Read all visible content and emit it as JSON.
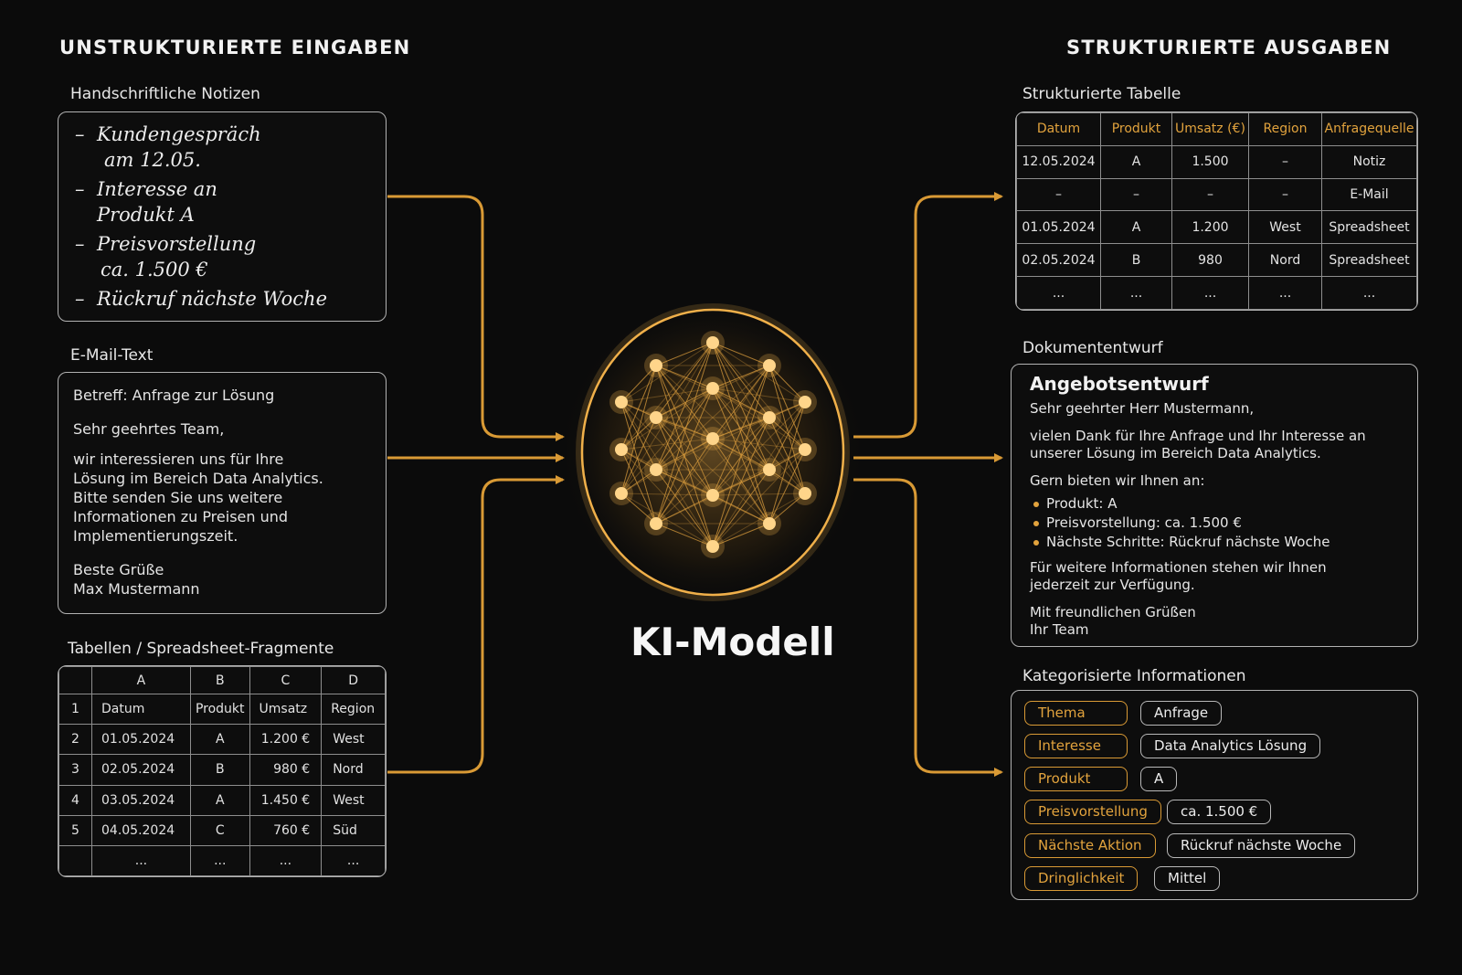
{
  "left_heading": "UNSTRUKTURIERTE EINGABEN",
  "right_heading": "STRUKTURIERTE AUSGABEN",
  "notes": {
    "label": "Handschriftliche Notizen",
    "lines": [
      [
        "Kundengespräch",
        "am 12.05."
      ],
      [
        "Interesse an",
        "Produkt A"
      ],
      [
        "Preisvorstellung",
        "ca. 1.500 €"
      ],
      [
        "Rückruf nächste Woche",
        ""
      ]
    ]
  },
  "email": {
    "label": "E-Mail-Text",
    "subject": "Betreff: Anfrage zur Lösung",
    "greeting": "Sehr geehrtes Team,",
    "body": [
      "wir interessieren uns für Ihre",
      "Lösung im Bereich Data Analytics.",
      "Bitte senden Sie uns weitere",
      "Informationen zu Preisen und",
      "Implementierungszeit."
    ],
    "closing": "Beste Grüße",
    "name": "Max Mustermann"
  },
  "sheet": {
    "label": "Tabellen / Spreadsheet-Fragmente",
    "columns": [
      "A",
      "B",
      "C",
      "D"
    ],
    "rows": [
      [
        "1",
        "Datum",
        "Produkt",
        "Umsatz",
        "Region"
      ],
      [
        "2",
        "01.05.2024",
        "A",
        "1.200 €",
        "West"
      ],
      [
        "3",
        "02.05.2024",
        "B",
        "980 €",
        "Nord"
      ],
      [
        "4",
        "03.05.2024",
        "A",
        "1.450 €",
        "West"
      ],
      [
        "5",
        "04.05.2024",
        "C",
        "760 €",
        "Süd"
      ],
      [
        "",
        "...",
        "...",
        "...",
        "..."
      ]
    ]
  },
  "model": {
    "label": "KI-Modell"
  },
  "out_table": {
    "label": "Strukturierte Tabelle",
    "headers": [
      "Datum",
      "Produkt",
      "Umsatz (€)",
      "Region",
      "Anfragequelle"
    ],
    "rows": [
      [
        "12.05.2024",
        "A",
        "1.500",
        "–",
        "Notiz"
      ],
      [
        "–",
        "–",
        "–",
        "–",
        "E-Mail"
      ],
      [
        "01.05.2024",
        "A",
        "1.200",
        "West",
        "Spreadsheet"
      ],
      [
        "02.05.2024",
        "B",
        "980",
        "Nord",
        "Spreadsheet"
      ],
      [
        "...",
        "...",
        "...",
        "...",
        "..."
      ]
    ]
  },
  "draft": {
    "label": "Dokumententwurf",
    "title": "Angebotsentwurf",
    "salutation": "Sehr geehrter Herr Mustermann,",
    "para1": [
      "vielen Dank für Ihre Anfrage und Ihr Interesse an",
      "unserer Lösung im Bereich Data Analytics."
    ],
    "offer_intro": "Gern bieten wir Ihnen an:",
    "bullets": [
      "Produkt: A",
      "Preisvorstellung: ca. 1.500 €",
      "Nächste Schritte: Rückruf nächste Woche"
    ],
    "para2": [
      "Für weitere Informationen stehen wir Ihnen",
      "jederzeit zur Verfügung."
    ],
    "closing": "Mit freundlichen Grüßen",
    "sign": "Ihr Team"
  },
  "categories": {
    "label": "Kategorisierte Informationen",
    "items": [
      {
        "key": "Thema",
        "value": "Anfrage"
      },
      {
        "key": "Interesse",
        "value": "Data Analytics Lösung"
      },
      {
        "key": "Produkt",
        "value": "A"
      },
      {
        "key": "Preisvorstellung",
        "value": "ca. 1.500 €"
      },
      {
        "key": "Nächste Aktion",
        "value": "Rückruf nächste Woche"
      },
      {
        "key": "Dringlichkeit",
        "value": "Mittel"
      }
    ]
  },
  "colors": {
    "accent": "#e2a33d",
    "background": "#0b0b0b",
    "border": "#b2b2b2"
  }
}
